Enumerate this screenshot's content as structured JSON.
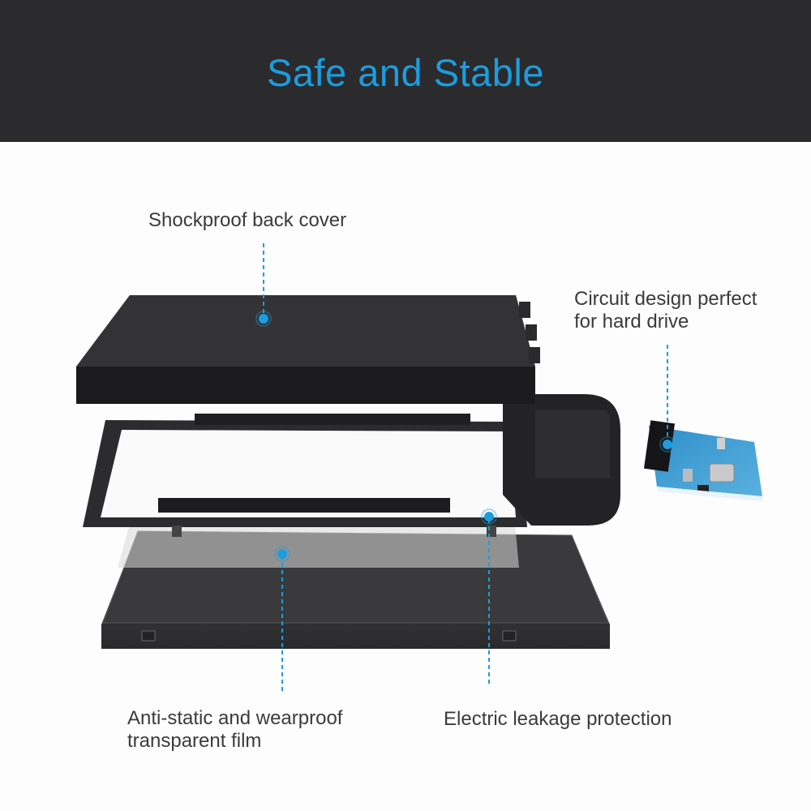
{
  "title": "Safe and Stable",
  "accent_color": "#1b9de0",
  "header_color": "#2b2a2c",
  "callouts": {
    "back_cover": "Shockproof back cover",
    "circuit_line1": "Circuit design perfect",
    "circuit_line2": "for hard drive",
    "film_line1": "Anti-static and wearproof",
    "film_line2": "transparent film",
    "leakage": "Electric leakage protection"
  }
}
